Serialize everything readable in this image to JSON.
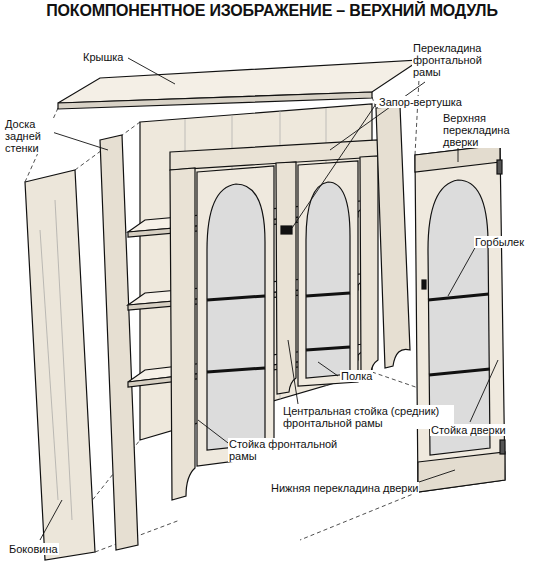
{
  "diagram": {
    "title": "ПОКОМПОНЕНТНОЕ ИЗОБРАЖЕНИЕ – ВЕРХНИЙ МОДУЛЬ",
    "labels": [
      "Крышка",
      "Перекладина фронтальной рамы",
      "Доска задней стенки",
      "Запор-вертушка",
      "Верхняя перекладина дверки",
      "Горбылек",
      "Полка",
      "Центральная стойка (средник) фронтальной рамы",
      "Стойка фронтальной рамы",
      "Стойка дверки",
      "Нижняя перекладина дверки",
      "Боковина"
    ]
  }
}
